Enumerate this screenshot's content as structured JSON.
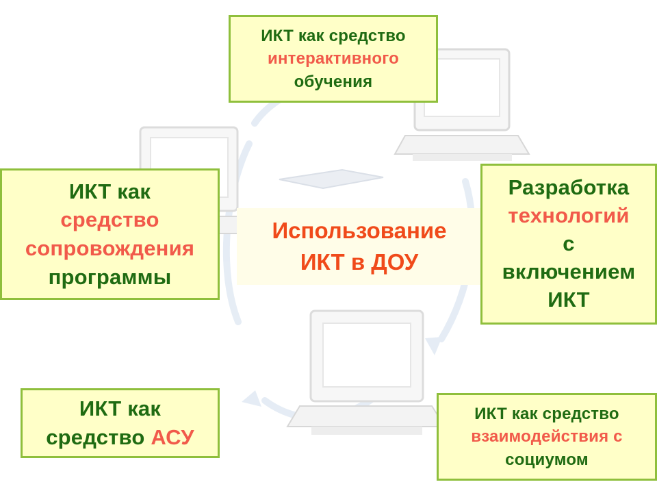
{
  "center": {
    "line1": "Использование",
    "line2": "ИКТ в ДОУ"
  },
  "boxes": {
    "top": {
      "line1": "ИКТ как средство",
      "line2": "интерактивного",
      "line3": "обучения"
    },
    "left": {
      "line1": "ИКТ как",
      "line2": "средство",
      "line3": "сопровождения",
      "line4": "программы"
    },
    "right": {
      "line1": "Разработка",
      "line2": "технологий",
      "line3": "с",
      "line4": "включением",
      "line5": "ИКТ"
    },
    "bottom_left": {
      "line1": "ИКТ как",
      "line2_prefix": "средство ",
      "line2_highlight": "АСУ"
    },
    "bottom_right": {
      "line1": "ИКТ как средство",
      "line2": "взаимодействия с",
      "line3": "социумом"
    }
  },
  "colors": {
    "box_fill": "#ffffc8",
    "box_border": "#8fbf3c",
    "text_green": "#1f6b12",
    "text_red": "#f15a4a",
    "title_red": "#f04a1a",
    "background_art": "#dfe6ef"
  },
  "icons": {
    "background": [
      "computer-icon",
      "computer-icon",
      "computer-icon",
      "circular-arrow-icon"
    ]
  }
}
